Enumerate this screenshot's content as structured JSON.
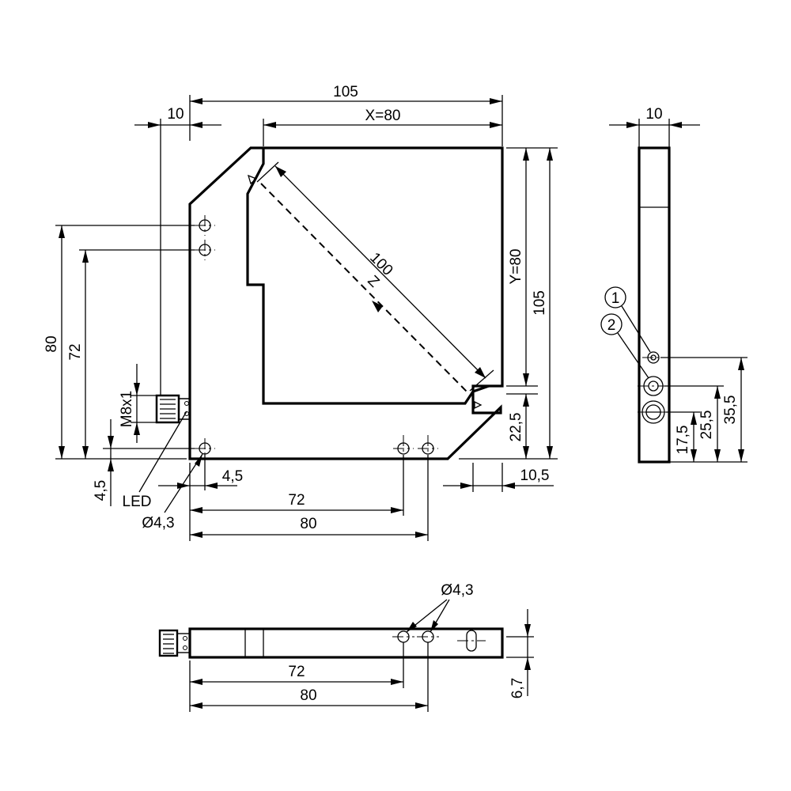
{
  "front_view": {
    "dim_overall_width": "105",
    "dim_x": "X=80",
    "dim_z": "100",
    "z_axis_label": "Z",
    "dim_y": "Y=80",
    "dim_overall_height": "105",
    "dim_body_offset": "10",
    "dim_left_80": "80",
    "dim_left_72": "72",
    "dim_thread": "M8x1",
    "dim_bottom_45_vertical": "4,5",
    "dim_bottom_45_horizontal": "4,5",
    "label_led": "LED",
    "label_hole_diameter": "Ø4,3",
    "dim_bottom_72": "72",
    "dim_bottom_80": "80",
    "dim_right_225": "22,5",
    "dim_right_105": "10,5"
  },
  "side_view": {
    "dim_width": "10",
    "callout_1": "1",
    "callout_2": "2",
    "dim_175": "17,5",
    "dim_255": "25,5",
    "dim_355": "35,5"
  },
  "bottom_view": {
    "label_hole_diameter": "Ø4,3",
    "dim_72": "72",
    "dim_80": "80",
    "dim_67": "6,7"
  }
}
